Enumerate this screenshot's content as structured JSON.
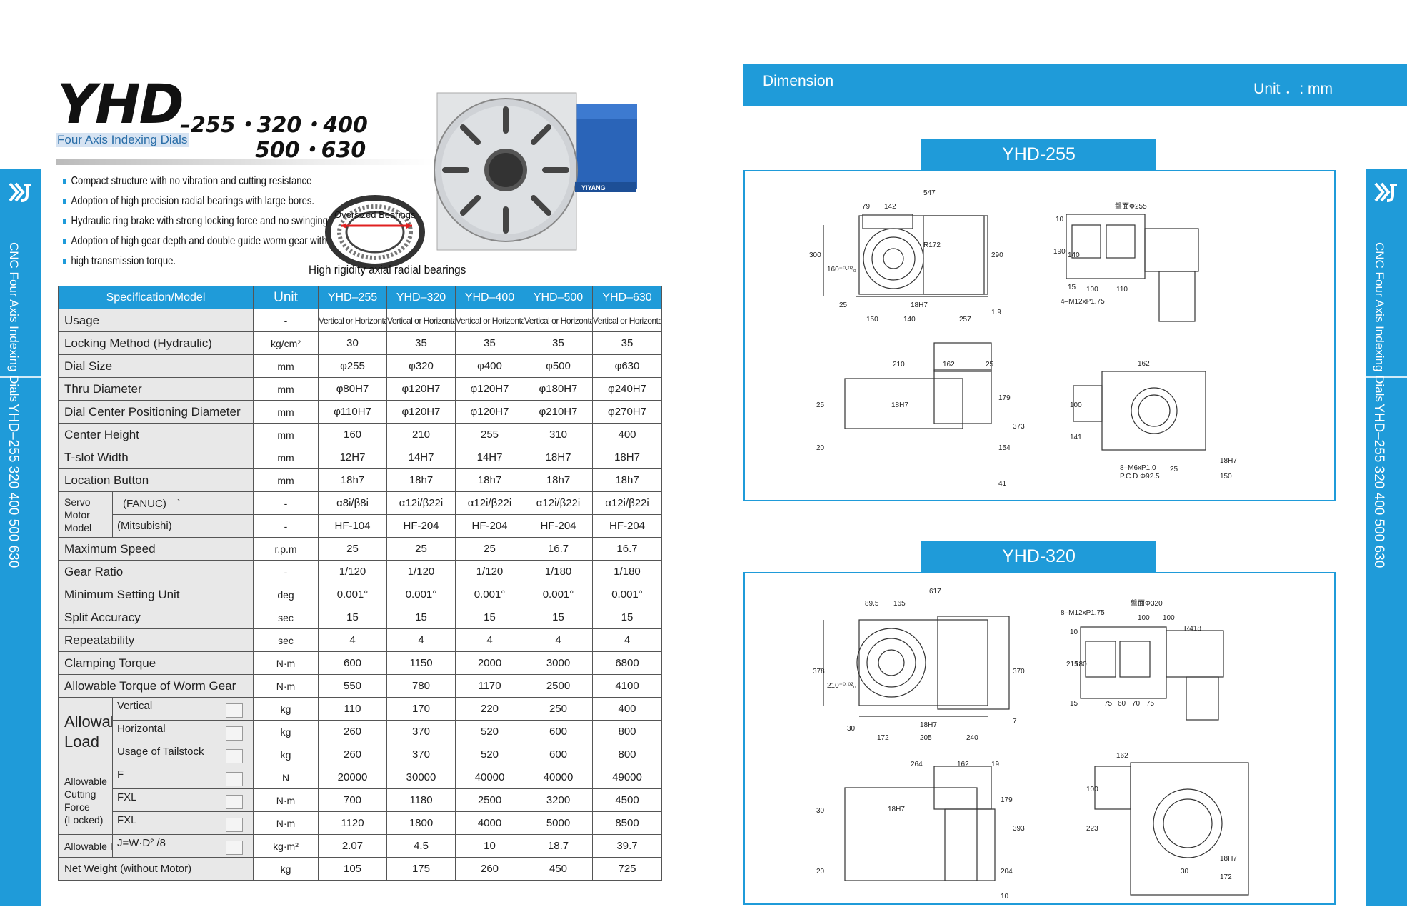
{
  "title": {
    "main": "YHD",
    "models_line1": "–255・320・400",
    "models_line2": "500・630",
    "subtitle": "Four Axis Indexing Dials"
  },
  "sidebar": {
    "left_text": "CNC Four Axis Indexing Dials",
    "left_models": "YHD–255   320   400   500   630",
    "right_text": "CNC Four Axis Indexing Dials",
    "right_models": "YHD–255   320   400   500   630"
  },
  "features": [
    "Compact structure with no vibration and cutting resistance",
    "Adoption of high precision radial bearings with large bores.",
    "Hydraulic ring brake with strong locking force and no swinging",
    "Adoption of high gear depth and double guide worm gear with",
    "high transmission torque."
  ],
  "product_brand": "YIYANG",
  "bearing_label": "Oversized Bearings",
  "bearing_caption": "High rigidity axial radial bearings",
  "table": {
    "header_spec": "Specification/Model",
    "header_unit": "Unit",
    "models": [
      "YHD–255",
      "YHD–320",
      "YHD–400",
      "YHD–500",
      "YHD–630"
    ],
    "rows": [
      {
        "label": "Usage",
        "unit": "-",
        "values": [
          "Vertical or Horizontal",
          "Vertical or Horizontal",
          "Vertical or Horizontal",
          "Vertical or Horizontal",
          "Vertical or Horizontal"
        ]
      },
      {
        "label": "Locking Method (Hydraulic)",
        "unit": "kg/cm²",
        "values": [
          "30",
          "35",
          "35",
          "35",
          "35"
        ]
      },
      {
        "label": "Dial Size",
        "unit": "mm",
        "values": [
          "φ255",
          "φ320",
          "φ400",
          "φ500",
          "φ630"
        ]
      },
      {
        "label": "Thru Diameter",
        "unit": "mm",
        "values": [
          "φ80H7",
          "φ120H7",
          "φ120H7",
          "φ180H7",
          "φ240H7"
        ]
      },
      {
        "label": "Dial Center Positioning Diameter",
        "unit": "mm",
        "values": [
          "φ110H7",
          "φ120H7",
          "φ120H7",
          "φ210H7",
          "φ270H7"
        ]
      },
      {
        "label": "Center Height",
        "unit": "mm",
        "values": [
          "160",
          "210",
          "255",
          "310",
          "400"
        ]
      },
      {
        "label": "T-slot Width",
        "unit": "mm",
        "values": [
          "12H7",
          "14H7",
          "14H7",
          "18H7",
          "18H7"
        ]
      },
      {
        "label": "Location Button",
        "unit": "mm",
        "values": [
          "18h7",
          "18h7",
          "18h7",
          "18h7",
          "18h7"
        ]
      }
    ],
    "servo": {
      "label": "Servo Motor Model",
      "fanuc_label": "(FANUC)　`",
      "fanuc_unit": "-",
      "fanuc_values": [
        "α8i/β8i",
        "α12i/β22i",
        "α12i/β22i",
        "α12i/β22i",
        "α12i/β22i"
      ],
      "mitsubishi_label": "(Mitsubishi)",
      "mitsubishi_unit": "-",
      "mitsubishi_values": [
        "HF-104",
        "HF-204",
        "HF-204",
        "HF-204",
        "HF-204"
      ]
    },
    "rows2": [
      {
        "label": "Maximum Speed",
        "unit": "r.p.m",
        "values": [
          "25",
          "25",
          "25",
          "16.7",
          "16.7"
        ]
      },
      {
        "label": "Gear Ratio",
        "unit": "-",
        "values": [
          "1/120",
          "1/120",
          "1/120",
          "1/180",
          "1/180"
        ]
      },
      {
        "label": "Minimum Setting Unit",
        "unit": "deg",
        "values": [
          "0.001°",
          "0.001°",
          "0.001°",
          "0.001°",
          "0.001°"
        ]
      },
      {
        "label": "Split Accuracy",
        "unit": "sec",
        "values": [
          "15",
          "15",
          "15",
          "15",
          "15"
        ]
      },
      {
        "label": "Repeatability",
        "unit": "sec",
        "values": [
          "4",
          "4",
          "4",
          "4",
          "4"
        ]
      },
      {
        "label": "Clamping Torque",
        "unit": "N·m",
        "values": [
          "600",
          "1150",
          "2000",
          "3000",
          "6800"
        ]
      },
      {
        "label": "Allowable Torque of Worm Gear",
        "unit": "N·m",
        "values": [
          "550",
          "780",
          "1170",
          "2500",
          "4100"
        ]
      }
    ],
    "load": {
      "label": "Allowable Load",
      "rows": [
        {
          "sub": "Vertical",
          "unit": "kg",
          "values": [
            "110",
            "170",
            "220",
            "250",
            "400"
          ]
        },
        {
          "sub": "Horizontal",
          "unit": "kg",
          "values": [
            "260",
            "370",
            "520",
            "600",
            "800"
          ]
        },
        {
          "sub": "Usage of Tailstock",
          "unit": "kg",
          "values": [
            "260",
            "370",
            "520",
            "600",
            "800"
          ]
        }
      ]
    },
    "cutting": {
      "label": "Allowable Cutting Force (Locked)",
      "rows": [
        {
          "sub": "F",
          "unit": "N",
          "values": [
            "20000",
            "30000",
            "40000",
            "40000",
            "49000"
          ]
        },
        {
          "sub": "FXL",
          "unit": "N·m",
          "values": [
            "700",
            "1180",
            "2500",
            "3200",
            "4500"
          ]
        },
        {
          "sub": "FXL",
          "unit": "N·m",
          "values": [
            "1120",
            "1800",
            "4000",
            "5000",
            "8500"
          ]
        }
      ]
    },
    "inertia": {
      "label": "Allowable Inertia",
      "sub": "J=W·D² /8",
      "unit": "kg·m²",
      "values": [
        "2.07",
        "4.5",
        "10",
        "18.7",
        "39.7"
      ]
    },
    "weight": {
      "label": "Net Weight (without Motor)",
      "unit": "kg",
      "values": [
        "105",
        "175",
        "260",
        "450",
        "725"
      ]
    }
  },
  "dimension": {
    "title": "Dimension",
    "unit": "Unit ．: mm",
    "models": [
      "YHD-255",
      "YHD-320"
    ],
    "d255": {
      "top_w": "547",
      "a": "79",
      "b": "142",
      "r": "R172",
      "h300": "300",
      "h160": "160⁺⁰·⁰²₀",
      "h25": "25",
      "w150": "150",
      "w140": "140",
      "w257": "257",
      "h290": "290",
      "h19": "1.9",
      "key": "18H7",
      "dial": "盤面Φ255",
      "p10": "10",
      "p190": "190",
      "p140": "140",
      "p15": "15",
      "w100": "100",
      "w110": "110",
      "bolt": "4–M12xP1.75",
      "f210": "210",
      "f162": "162",
      "f25": "25",
      "f179": "179",
      "f373": "373",
      "f154": "154",
      "f41": "41",
      "fk": "18H7",
      "fh25": "25",
      "fh20": "20",
      "s162": "162",
      "s100": "100",
      "s141": "141",
      "s25": "25",
      "s150": "150",
      "sk": "18H7",
      "sbolt": "8–M6xP1.0",
      "spcd": "P.C.D Φ92.5"
    },
    "d320": {
      "top_w": "617",
      "a": "89.5",
      "b": "165",
      "h378": "378",
      "h210": "210⁺⁰·⁰²₀",
      "h30": "30",
      "w172": "172",
      "w205": "205",
      "w240": "240",
      "h370": "370",
      "h7": "7",
      "key": "18H7",
      "dial": "盤面Φ320",
      "bolt": "8–M12xP1.75",
      "w100a": "100",
      "w100b": "100",
      "r418": "R418",
      "p215": "215",
      "p180": "180",
      "p15": "15",
      "p10": "10",
      "w75": "75",
      "w60": "60",
      "w70": "70",
      "w75b": "75",
      "f264": "264",
      "f162": "162",
      "f19": "19",
      "f30": "30",
      "f20": "20",
      "fk": "18H7",
      "f179": "179",
      "f393": "393",
      "f204": "204",
      "f10": "10",
      "s162": "162",
      "s100": "100",
      "s223": "223",
      "s30": "30",
      "sk": "18H7",
      "s172": "172"
    }
  },
  "colors": {
    "accent": "#1f9bd9",
    "label_bg": "#e8e8e8"
  }
}
